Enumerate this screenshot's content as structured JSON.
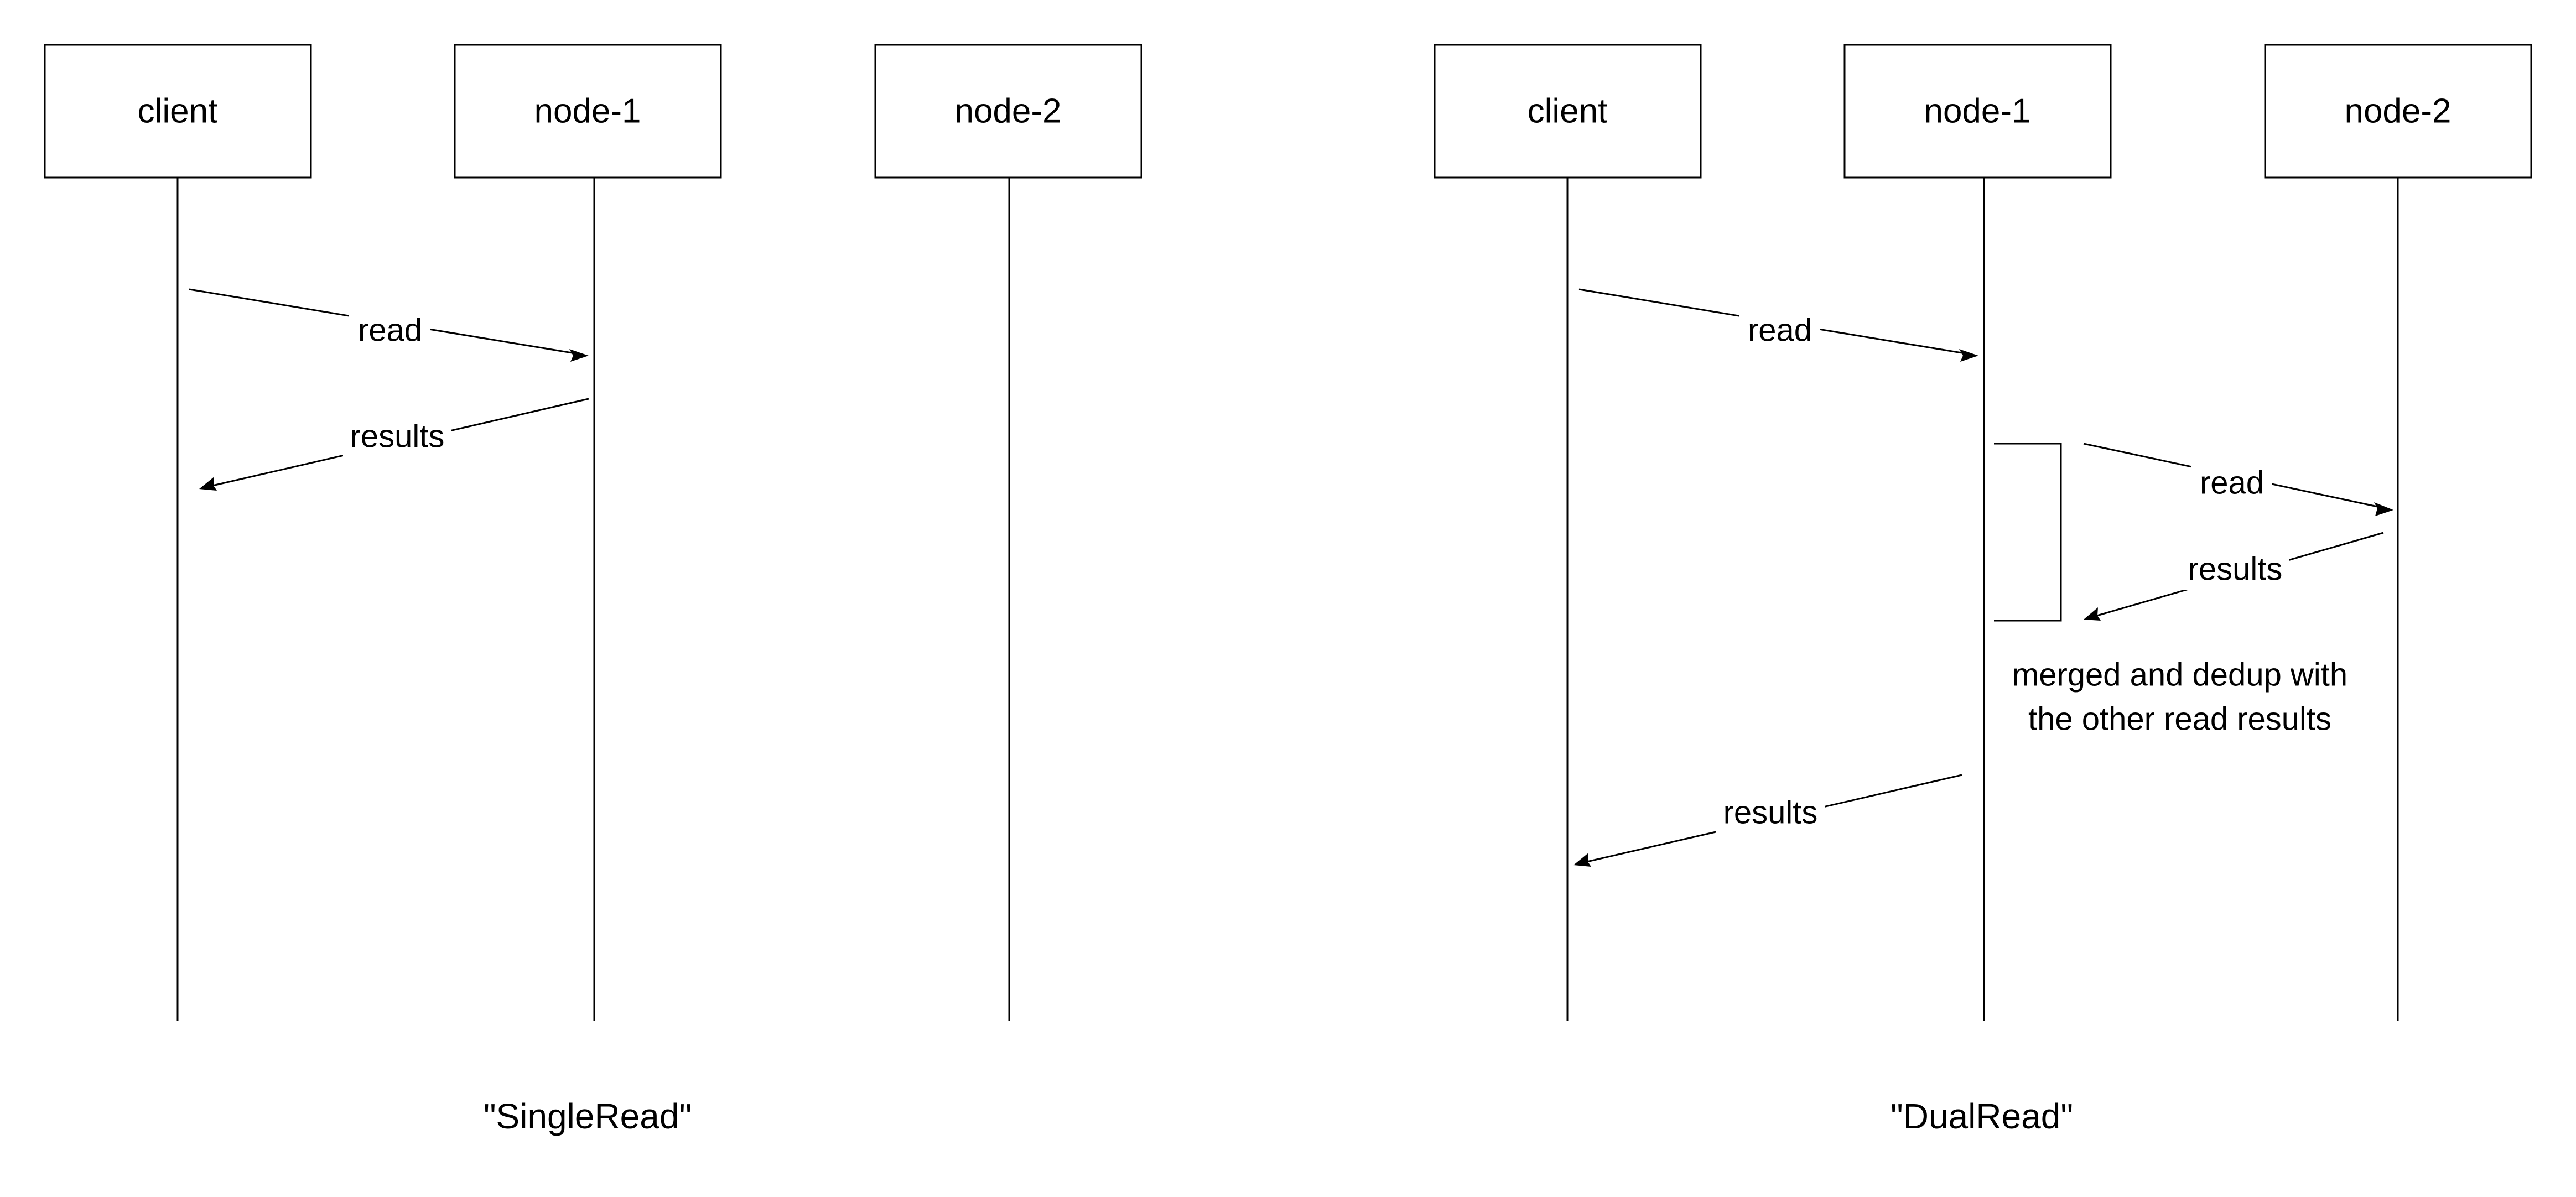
{
  "panels": {
    "single": {
      "caption": "\"SingleRead\"",
      "participants": [
        "client",
        "node-1",
        "node-2"
      ],
      "messages": {
        "read": "read",
        "results": "results"
      }
    },
    "dual": {
      "caption": "\"DualRead\"",
      "participants": [
        "client",
        "node-1",
        "node-2"
      ],
      "messages": {
        "read": "read",
        "results": "results",
        "fanout_read": "read",
        "fanout_results": "results",
        "final_results": "results"
      },
      "note": {
        "line1": "merged and dedup with",
        "line2": "the other read results"
      }
    }
  }
}
